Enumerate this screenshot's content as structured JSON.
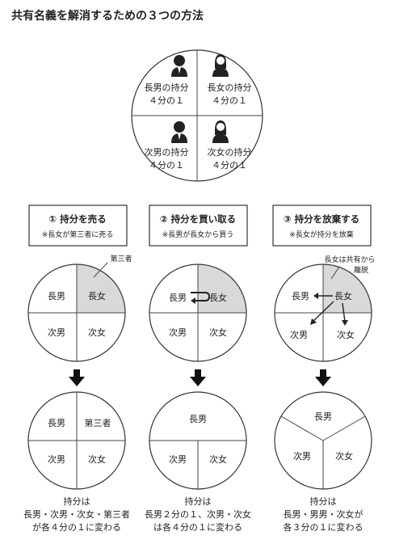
{
  "title": "共有名義を解消するための３つの方法",
  "top_circle": {
    "q1": {
      "line1": "長男の持分",
      "line2": "４分の１"
    },
    "q2": {
      "line1": "長女の持分",
      "line2": "４分の１"
    },
    "q3": {
      "line1": "次男の持分",
      "line2": "４分の１"
    },
    "q4": {
      "line1": "次女の持分",
      "line2": "４分の１"
    }
  },
  "methods": [
    {
      "title": "① 持分を売る",
      "subtitle": "※長女が第三者に売る",
      "before": {
        "tl": "長男",
        "tr": "長女",
        "bl": "次男",
        "br": "次女",
        "note": "第三者"
      },
      "after": {
        "tl": "長男",
        "tr": "第三者",
        "bl": "次男",
        "br": "次女"
      },
      "result": [
        "持分は",
        "長男・次男・次女・第三者",
        "が各４分の１に変わる"
      ]
    },
    {
      "title": "② 持分を買い取る",
      "subtitle": "※長男が長女から買う",
      "before": {
        "tl": "長男",
        "tr": "長女",
        "bl": "次男",
        "br": "次女"
      },
      "after": {
        "top": "長男",
        "bl": "次男",
        "br": "次女"
      },
      "result": [
        "持分は",
        "長男２分の１、次男・次女",
        "は各４分の１に変わる"
      ]
    },
    {
      "title": "③ 持分を放棄する",
      "subtitle": "※長女が持分を放棄",
      "before": {
        "tl": "長男",
        "tr": "長女",
        "bl": "次男",
        "br": "次女",
        "note1": "長女は共有から",
        "note2": "離脱"
      },
      "after": {
        "top": "長男",
        "bl": "次男",
        "br": "次女"
      },
      "result": [
        "持分は",
        "長男・男男・次女が",
        "各３分の１に変わる"
      ]
    }
  ],
  "colors": {
    "highlight": "#d9d9d9",
    "stroke": "#333333"
  },
  "icons": [
    "male-person-icon",
    "female-person-icon",
    "down-arrow-icon"
  ]
}
